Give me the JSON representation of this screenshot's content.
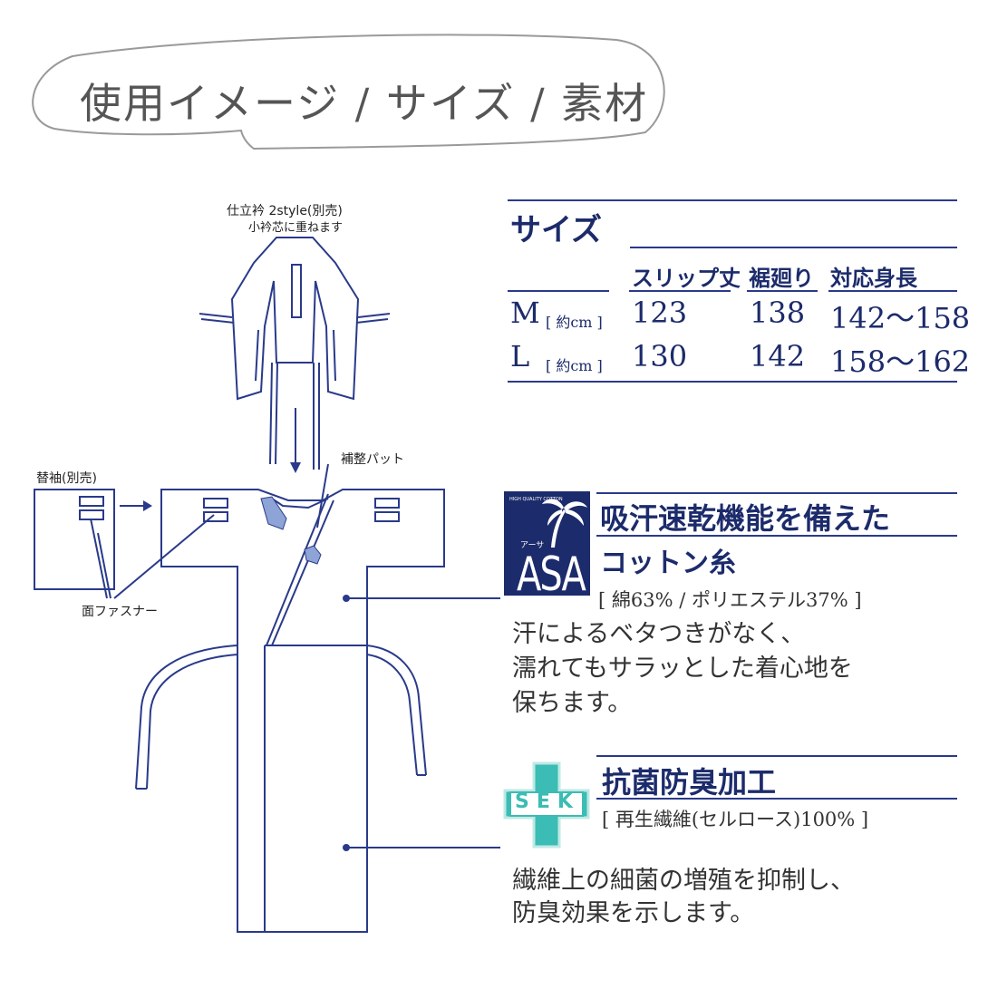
{
  "header": {
    "title": "使用イメージ / サイズ / 素材"
  },
  "diagram": {
    "collar_label_line1": "仕立衿 2style(別売)",
    "collar_label_line2": "小衿芯に重ねます",
    "pad_label": "補整パット",
    "sleeve_label": "替袖(別売)",
    "fastener_label": "面ファスナー"
  },
  "size": {
    "heading": "サイズ",
    "columns": [
      "スリップ丈",
      "裾廻り",
      "対応身長"
    ],
    "unit": "[ 約cm ]",
    "rows": [
      {
        "label": "M",
        "values": [
          "123",
          "138",
          "142～158"
        ]
      },
      {
        "label": "L",
        "values": [
          "130",
          "142",
          "158～162"
        ]
      }
    ]
  },
  "asa": {
    "badge_top": "HIGH QUALITY COTTON",
    "badge_kana": "アーサ",
    "badge_main": "ASA",
    "heading_line1": "吸汗速乾機能を備えた",
    "heading_line2": "コットン糸",
    "composition": "[ 綿63% / ポリエステル37% ]",
    "desc_line1": "汗によるベタつきがなく、",
    "desc_line2": "濡れてもサラッとした着心地を",
    "desc_line3": "保ちます。",
    "badge_color": "#1c2b6b"
  },
  "sek": {
    "badge_text": "SEK",
    "heading": "抗菌防臭加工",
    "composition": "[ 再生繊維(セルロース)100% ]",
    "desc_line1": "繊維上の細菌の増殖を抑制し、",
    "desc_line2": "防臭効果を示します。",
    "badge_color": "#3bbcb4"
  }
}
